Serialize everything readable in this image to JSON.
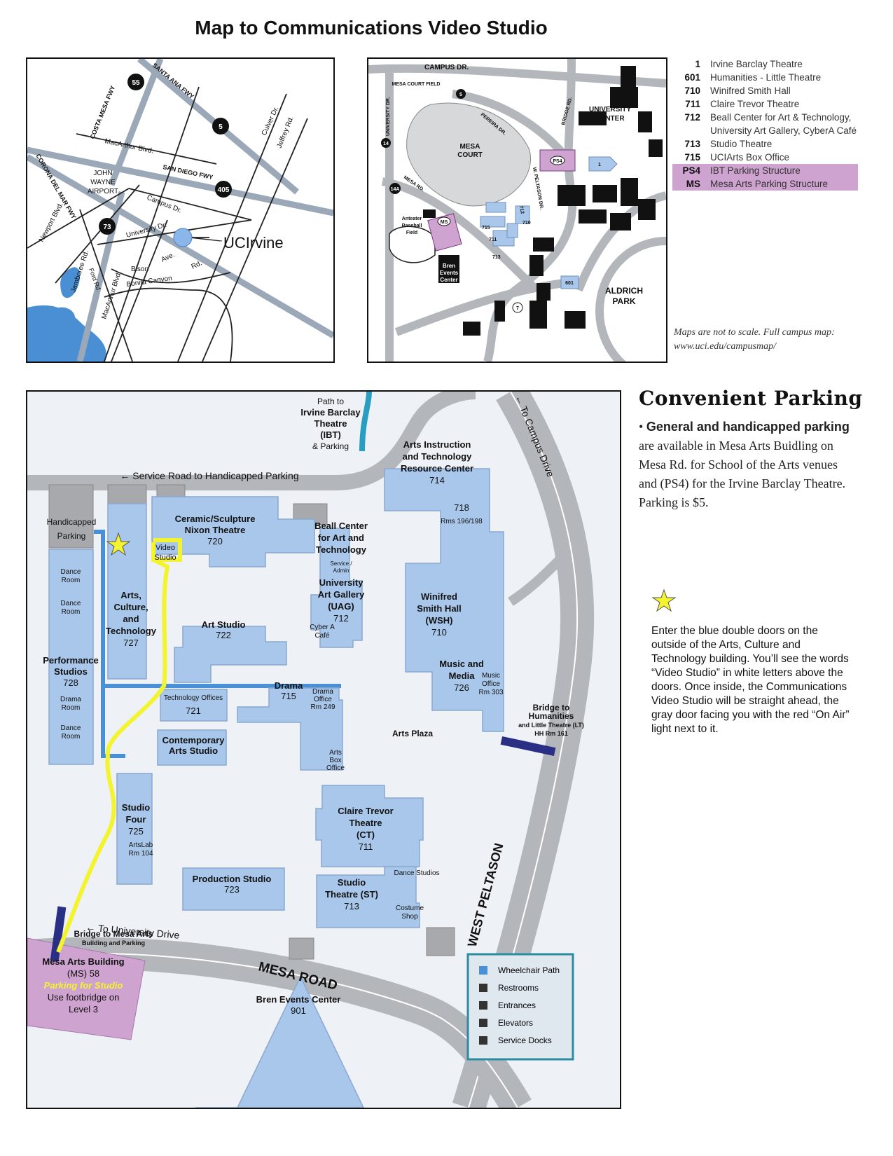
{
  "title": "Map to Communications Video Studio",
  "regional_map": {
    "roads": [
      "SANTA ANA FWY",
      "COSTA MESA FWY",
      "MacArthur Blvd.",
      "SAN DIEGO FWY",
      "CORONA DEL MAR FWY",
      "Culver Dr.",
      "Jeffrey Rd.",
      "Campus Dr.",
      "University Dr.",
      "Newport Blvd.",
      "Jamboree Rd.",
      "Ford Rd.",
      "Bison",
      "Ave.",
      "Rd.",
      "Bonita Canyon",
      "MacArthur Blvd."
    ],
    "shields": [
      "55",
      "5",
      "405",
      "73"
    ],
    "airport": [
      "JOHN",
      "WAYNE",
      "AIRPORT"
    ],
    "logo": "UCIrvine"
  },
  "campus_map": {
    "labels": [
      "CAMPUS DR.",
      "MESA COURT FIELD",
      "UNIVERSITY DR.",
      "BRIDGE RD.",
      "UNIVERSITY",
      "CENTER",
      "PEREIRA DR.",
      "MESA",
      "COURT",
      "MESA RD.",
      "W. PELTASON DR.",
      "Anteater",
      "Baseball",
      "Field",
      "Bren",
      "Events",
      "Center",
      "ALDRICH",
      "PARK"
    ],
    "markers": [
      "5",
      "14",
      "14A",
      "PS4",
      "1",
      "MS",
      "715",
      "711",
      "713",
      "710",
      "712",
      "601",
      "7"
    ]
  },
  "legend": [
    {
      "code": "1",
      "name": "Irvine Barclay Theatre",
      "hl": false
    },
    {
      "code": "601",
      "name": "Humanities - Little Theatre",
      "hl": false
    },
    {
      "code": "710",
      "name": "Winifred Smith Hall",
      "hl": false
    },
    {
      "code": "711",
      "name": "Claire Trevor Theatre",
      "hl": false
    },
    {
      "code": "712",
      "name": "Beall Center for Art & Technology, University Art Gallery, CyberA Café",
      "hl": false
    },
    {
      "code": "713",
      "name": "Studio Theatre",
      "hl": false
    },
    {
      "code": "715",
      "name": "UCIArts Box Office",
      "hl": false
    },
    {
      "code": "PS4",
      "name": "IBT Parking Structure",
      "hl": true
    },
    {
      "code": "MS",
      "name": "Mesa Arts Parking Structure",
      "hl": true
    }
  ],
  "scale_note": "Maps are not to scale. Full campus map: www.uci.edu/campusmap/",
  "parking": {
    "heading": "Convenient Parking",
    "bullet_bold": "General and handicapped parking",
    "bullet_text": "are available in Mesa Arts Buidling on Mesa Rd. for School of the Arts venues and (PS4) for the Irvine Barclay Theatre. Parking is $5."
  },
  "instructions": "Enter the blue double doors on the outside of the Arts, Culture and Technology building. You’ll see the words “Video Studio” in white letters above the doors. Once inside, the Communications Video Studio will be straight ahead, the gray door facing you with the red “On Air” light next to it.",
  "detail_map": {
    "path_to_ibt": [
      "Path to",
      "Irvine Barclay",
      "Theatre",
      "(IBT)",
      "& Parking"
    ],
    "service_road": "← Service Road to Handicapped Parking",
    "to_campus_drive": "← To Campus Drive",
    "to_university_drive": "← To University Drive",
    "mesa_road": "MESA ROAD",
    "west_peltason": "WEST PELTASON",
    "arts_plaza": "Arts Plaza",
    "handicapped_parking": [
      "Handicapped",
      "Parking"
    ],
    "video_studio": [
      "Video",
      "Studio"
    ],
    "dance_room": [
      "Dance",
      "Room"
    ],
    "drama_room": [
      "Drama",
      "Room"
    ],
    "perf_studios": [
      "Performance",
      "Studios",
      "728"
    ],
    "act": [
      "Arts,",
      "Culture,",
      "and",
      "Technology",
      "727"
    ],
    "ceramic": [
      "Ceramic/Sculpture",
      "Nixon Theatre",
      "720"
    ],
    "beall": [
      "Beall Center",
      "for Art and",
      "Technology"
    ],
    "service_admin": [
      "Service /",
      "Admin"
    ],
    "uag": [
      "University",
      "Art Gallery",
      "(UAG)",
      "712"
    ],
    "cyber": [
      "Cyber A",
      "Café"
    ],
    "aitrc": [
      "Arts Instruction",
      "and Technology",
      "Resource Center",
      "714"
    ],
    "b718": [
      "718",
      "Rms 196/198"
    ],
    "wsh": [
      "Winifred",
      "Smith Hall",
      "(WSH)",
      "710"
    ],
    "music": [
      "Music and",
      "Media",
      "726"
    ],
    "music_office": [
      "Music",
      "Office",
      "Rm 303"
    ],
    "art_studio": [
      "Art Studio",
      "722"
    ],
    "tech_offices": [
      "Technology Offices",
      "721"
    ],
    "drama": [
      "Drama",
      "715"
    ],
    "drama_office": [
      "Drama",
      "Office",
      "Rm 249"
    ],
    "box_office": [
      "Arts",
      "Box",
      "Office"
    ],
    "contemporary": [
      "Contemporary",
      "Arts Studio"
    ],
    "studio_four": [
      "Studio",
      "Four",
      "725"
    ],
    "artslab": [
      "ArtsLab",
      "Rm 104"
    ],
    "ct": [
      "Claire Trevor",
      "Theatre",
      "(CT)",
      "711"
    ],
    "dance_studios": "Dance Studios",
    "production": [
      "Production Studio",
      "723"
    ],
    "st": [
      "Studio",
      "Theatre (ST)",
      "713"
    ],
    "costume": [
      "Costume",
      "Shop"
    ],
    "bridge_hum": [
      "Bridge to",
      "Humanities",
      "and Little Theatre (LT)",
      "HH Rm 161"
    ],
    "bridge_mesa": [
      "Bridge to Mesa Arts",
      "Building and Parking"
    ],
    "mesa_arts": [
      "Mesa Arts Building",
      "(MS) 58",
      "Parking for Studio",
      "Use footbridge on",
      "Level 3"
    ],
    "bren": [
      "Bren Events  Center",
      "901"
    ],
    "map_legend": [
      "Wheelchair Path",
      "Restrooms",
      "Entrances",
      "Elevators",
      "Service Docks"
    ],
    "colors": {
      "building": "#a9c7ea",
      "building_stroke": "#8aa9cf",
      "road": "#b3b6ba",
      "path_blue": "#4a90d6",
      "highlight_path": "#f3f32e",
      "parking_purple": "#cfa3d0",
      "legend_border": "#2d8ba0",
      "bridge": "#2a2f86"
    }
  }
}
